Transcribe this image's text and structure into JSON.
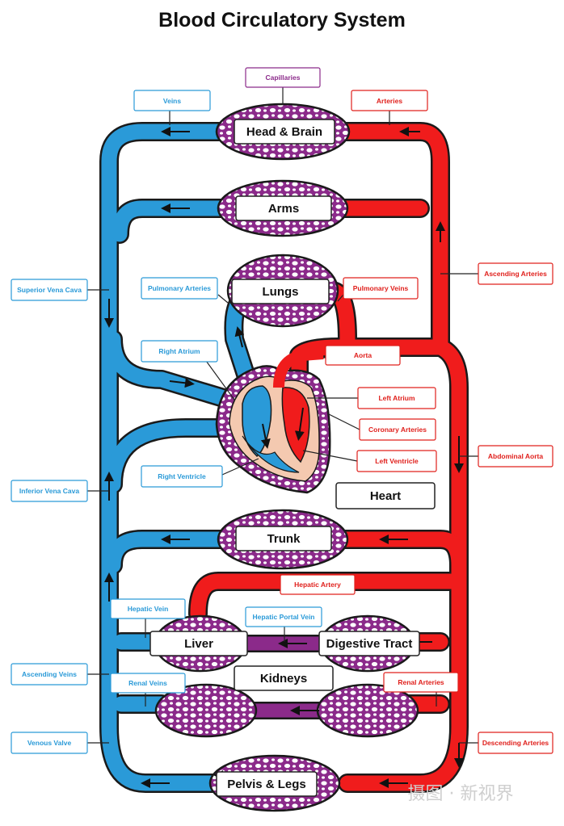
{
  "title": "Blood Circulatory System",
  "colors": {
    "vein": "#2a9ad8",
    "artery": "#f01c1c",
    "capillary": "#8b2a8a",
    "heart_wall": "#f4c9b0",
    "outline": "#1a1a1a"
  },
  "organs": {
    "head_brain": "Head & Brain",
    "arms": "Arms",
    "lungs": "Lungs",
    "heart": "Heart",
    "trunk": "Trunk",
    "liver": "Liver",
    "digestive_tract": "Digestive Tract",
    "kidneys": "Kidneys",
    "pelvis_legs": "Pelvis & Legs"
  },
  "labels": {
    "capillaries": "Capillaries",
    "veins": "Veins",
    "arteries": "Arteries",
    "superior_vena_cava": "Superior Vena Cava",
    "pulmonary_arteries": "Pulmonary Arteries",
    "pulmonary_veins": "Pulmonary Veins",
    "ascending_arteries": "Ascending Arteries",
    "right_atrium": "Right Atrium",
    "aorta": "Aorta",
    "left_atrium": "Left Atrium",
    "coronary_arteries": "Coronary Arteries",
    "left_ventricle": "Left Ventricle",
    "abdominal_aorta": "Abdominal Aorta",
    "right_ventricle": "Right Ventricle",
    "inferior_vena_cava": "Inferior Vena Cava",
    "hepatic_artery": "Hepatic Artery",
    "hepatic_vein": "Hepatic Vein",
    "hepatic_portal_vein": "Hepatic Portal Vein",
    "ascending_veins": "Ascending Veins",
    "renal_veins": "Renal Veins",
    "renal_arteries": "Renal Arteries",
    "venous_valve": "Venous Valve",
    "descending_arteries": "Descending Arteries"
  },
  "watermark": "摄图 · 新视界"
}
